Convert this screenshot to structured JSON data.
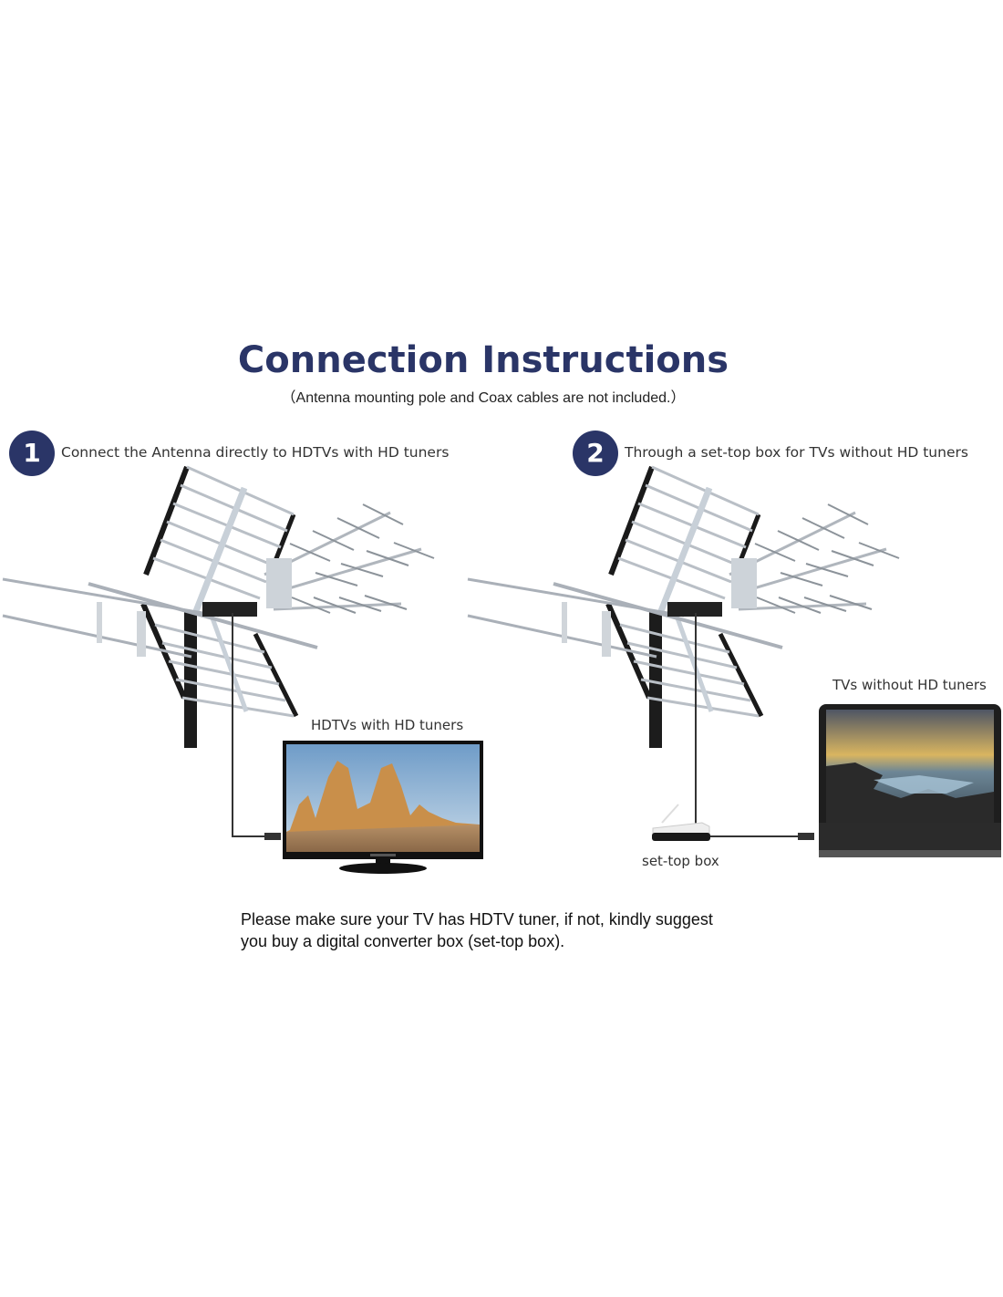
{
  "header": {
    "title": "Connection Instructions",
    "subtitle": "（Antenna mounting pole and Coax cables are not included.）"
  },
  "steps": [
    {
      "number": "1",
      "text": "Connect the Antenna directly to HDTVs with HD tuners",
      "device_label": "HDTVs with HD tuners"
    },
    {
      "number": "2",
      "text": "Through a set-top box for TVs without HD tuners",
      "device_label": "TVs without HD tuners",
      "box_label": "set-top box"
    }
  ],
  "note": {
    "line1": "Please make sure your TV has HDTV tuner, if not, kindly suggest",
    "line2": "you buy a digital converter box  (set-top box)."
  },
  "colors": {
    "accent": "#2a3567",
    "text": "#333333"
  }
}
